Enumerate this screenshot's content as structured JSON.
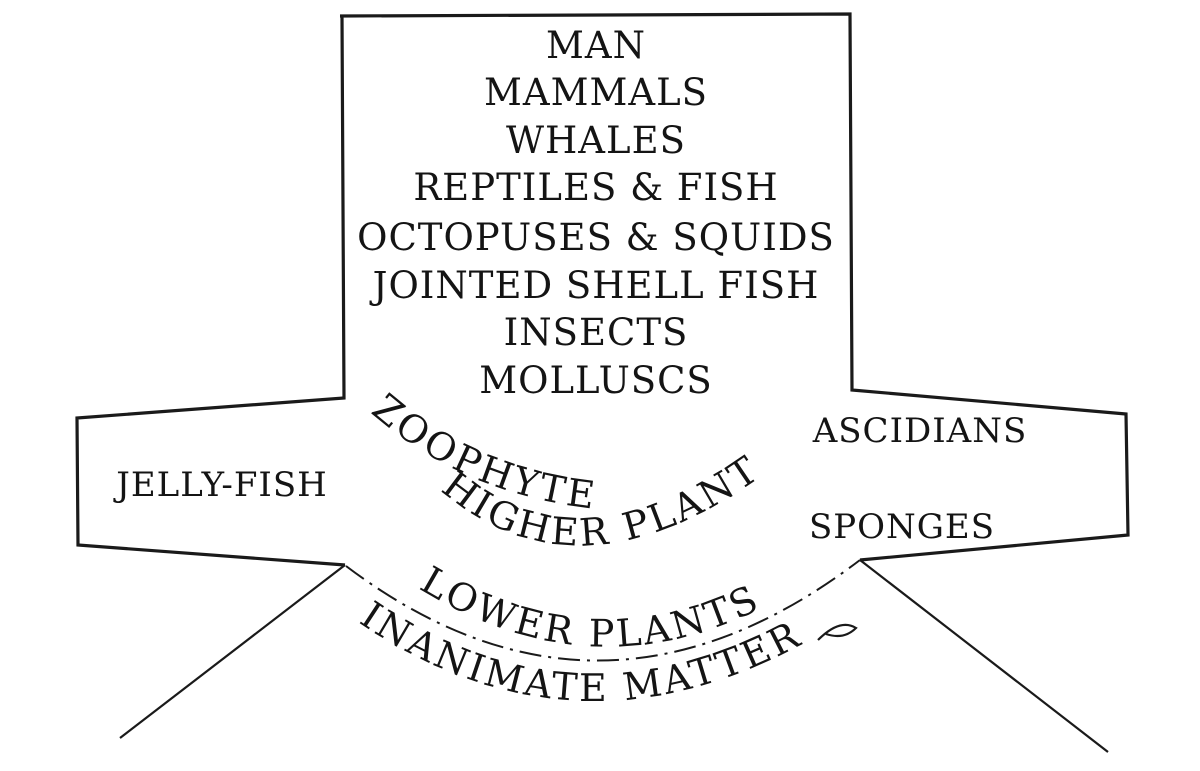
{
  "upper_stack": [
    "MAN",
    "MAMMALS",
    "WHALES",
    "REPTILES & FISH",
    "OCTOPUSES & SQUIDS",
    "JOINTED SHELL FISH",
    "INSECTS",
    "MOLLUSCS"
  ],
  "left_branch": {
    "label": "JELLY-FISH"
  },
  "right_branch": {
    "upper": "ASCIDIANS",
    "lower": "SPONGES"
  },
  "center_arcs": {
    "zoophytes": "ZOOPHYTES",
    "higher_plants": "HIGHER PLANTS"
  },
  "base": {
    "lower_plants": "LOWER PLANTS",
    "inanimate_matter": "INANIMATE MATTER"
  }
}
